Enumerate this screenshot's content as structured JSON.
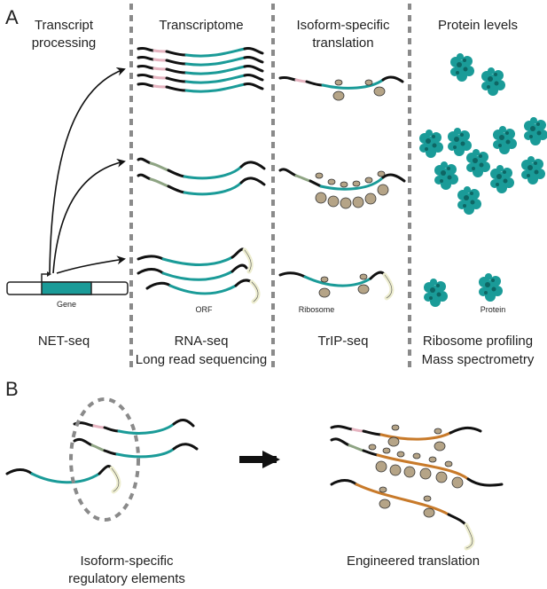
{
  "panel_a": {
    "label": "A",
    "headers": {
      "col1": [
        "Transcript",
        "processing"
      ],
      "col2": [
        "Transcriptome"
      ],
      "col3": [
        "Isoform-specific",
        "translation"
      ],
      "col4": [
        "Protein levels"
      ]
    },
    "small_labels": {
      "gene": "Gene",
      "orf": "ORF",
      "ribosome": "Ribosome",
      "protein": "Protein"
    },
    "methods": {
      "col1": [
        "NET-seq"
      ],
      "col2": [
        "RNA-seq",
        "Long read sequencing"
      ],
      "col3": [
        "TrIP-seq"
      ],
      "col4": [
        "Ribosome profiling",
        "Mass spectrometry"
      ]
    }
  },
  "panel_b": {
    "label": "B",
    "left_caption": [
      "Isoform-specific",
      "regulatory elements"
    ],
    "right_caption": [
      "Engineered translation"
    ]
  },
  "colors": {
    "teal": "#1a9b98",
    "orange": "#c87a2a",
    "ribosome": "#b5a487",
    "pink_utr": "#e6b4c0",
    "green_utr": "#8ea483",
    "tail": "#eeeed0",
    "divider": "#8a8a8a"
  }
}
